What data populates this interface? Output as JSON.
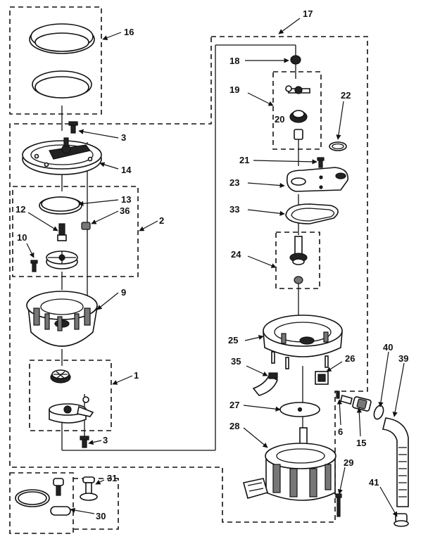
{
  "labels": {
    "l1": "1",
    "l2": "2",
    "l3a": "3",
    "l3b": "3",
    "l6": "6",
    "l9": "9",
    "l10": "10",
    "l12": "12",
    "l13": "13",
    "l14": "14",
    "l15": "15",
    "l16": "16",
    "l17": "17",
    "l18": "18",
    "l19": "19",
    "l20": "20",
    "l21": "21",
    "l22": "22",
    "l23": "23",
    "l24": "24",
    "l25": "25",
    "l26": "26",
    "l27": "27",
    "l28": "28",
    "l29": "29",
    "l30": "30",
    "l31": "31",
    "l33": "33",
    "l35": "35",
    "l36": "36",
    "l39": "39",
    "l40": "40",
    "l41": "41"
  },
  "colors": {
    "ink": "#111111",
    "paper": "#ffffff"
  }
}
